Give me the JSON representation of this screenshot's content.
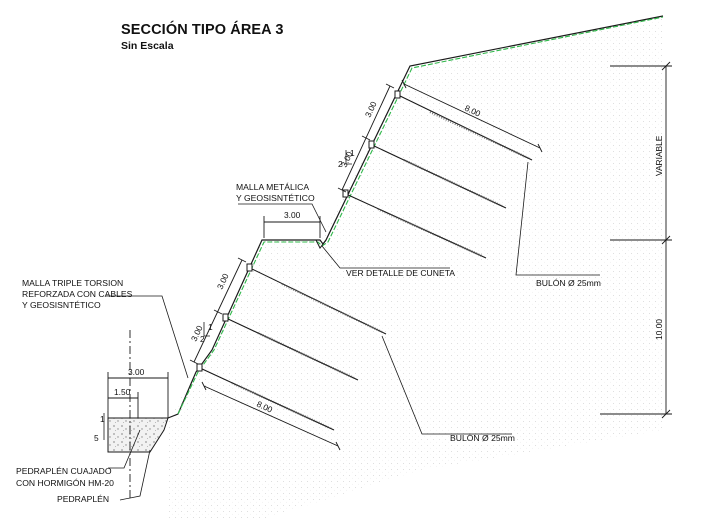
{
  "drawing": {
    "title": "SECCIÓN TIPO ÁREA 3",
    "scale_note": "Sin Escala"
  },
  "labels": {
    "malla_metalica_1": "MALLA METÁLICA",
    "malla_metalica_2": "Y GEOSISNTÉTICO",
    "malla_triple_1": "MALLA TRIPLE TORSION",
    "malla_triple_2": "REFORZADA CON CABLES",
    "malla_triple_3": "Y GEOSISNTÉTICO",
    "cuneta": "VER DETALLE DE CUNETA",
    "bulon_upper": "BULÓN Ø 25mm",
    "bulon_lower": "BULÓN Ø 25mm",
    "pedraplen_cuajado_1": "PEDRAPLÉN CUAJADO",
    "pedraplen_cuajado_2": "CON HORMIGÓN HM-20",
    "pedraplen": "PEDRAPLÉN"
  },
  "dimensions": {
    "bench_width": "3.00",
    "bolt_length_upper": "8.00",
    "bolt_length_lower": "8.00",
    "bolt_spacing_u1": "3.00",
    "bolt_spacing_u2": "3.00",
    "bolt_spacing_l1": "3.00",
    "bolt_spacing_l2": "3.00",
    "height_variable": "VARIABLE",
    "height_lower": "10.00",
    "base_width": "3.00",
    "base_half": "1.50",
    "slope_v_upper": "1",
    "slope_h_upper": "2",
    "slope_v_lower": "1",
    "slope_h_lower": "2",
    "wall_v": "1",
    "wall_h": "5"
  },
  "colors": {
    "line": "#1a1a1a",
    "mesh": "#2fb84a",
    "hatch": "#d8d8d8"
  }
}
